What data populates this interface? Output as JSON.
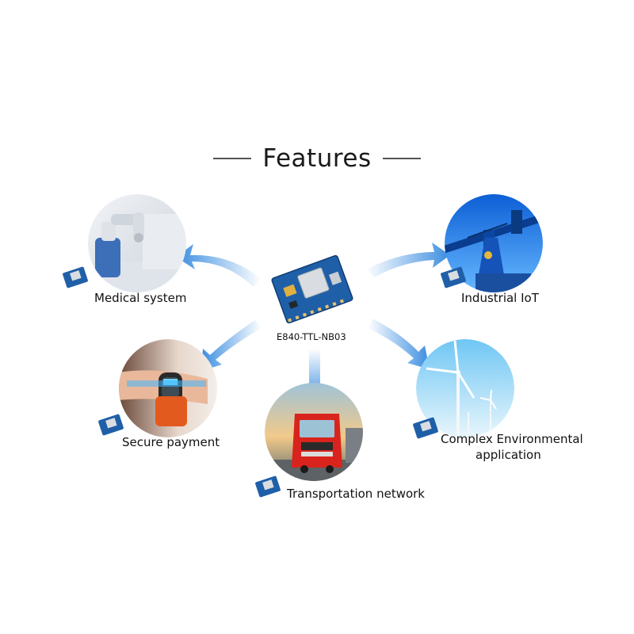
{
  "header": {
    "title": "Features"
  },
  "hub": {
    "label": "E840-TTL-NB03"
  },
  "applications": [
    {
      "id": "medical",
      "label": "Medical system"
    },
    {
      "id": "industrial",
      "label": "Industrial IoT"
    },
    {
      "id": "payment",
      "label": "Secure payment"
    },
    {
      "id": "transport",
      "label": "Transportation network"
    },
    {
      "id": "environment",
      "label_line1": "Complex Environmental",
      "label_line2": "application"
    }
  ],
  "colors": {
    "arrow": "#3a8de0",
    "board": "#1f5fa8",
    "chip": "#d9dde2"
  }
}
